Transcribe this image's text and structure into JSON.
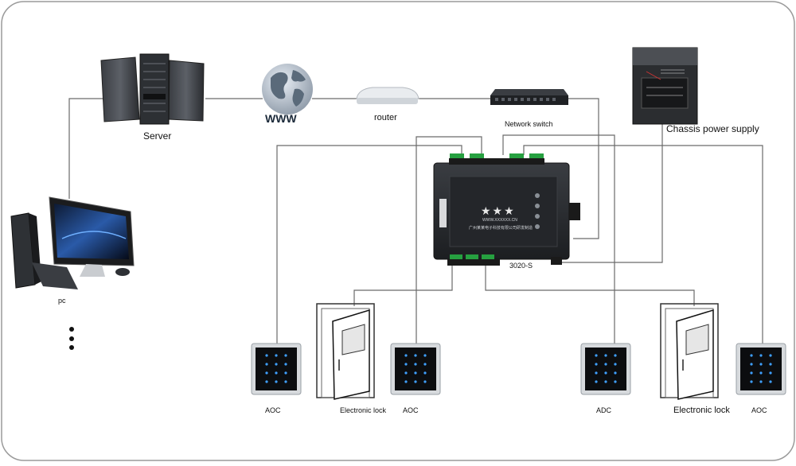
{
  "labels": {
    "server": "Server",
    "www": "WWW",
    "router": "router",
    "network_switch": "Network switch",
    "chassis_power_supply": "Chassis power supply",
    "pc": "pc",
    "controller_model": "3020-S",
    "readers": [
      "AOC",
      "AOC",
      "ADC",
      "AOC"
    ],
    "locks": [
      "Electronic lock",
      "Electronic lock"
    ]
  },
  "controller": {
    "stars": "★★★",
    "website": "WWW.XXXXXX.CN",
    "company": "广州某某电子科技有限公司研发制造"
  },
  "colors": {
    "line": "#6a6a6a",
    "device_dark": "#2b2d30",
    "reader_glow": "#3fa0ff"
  }
}
